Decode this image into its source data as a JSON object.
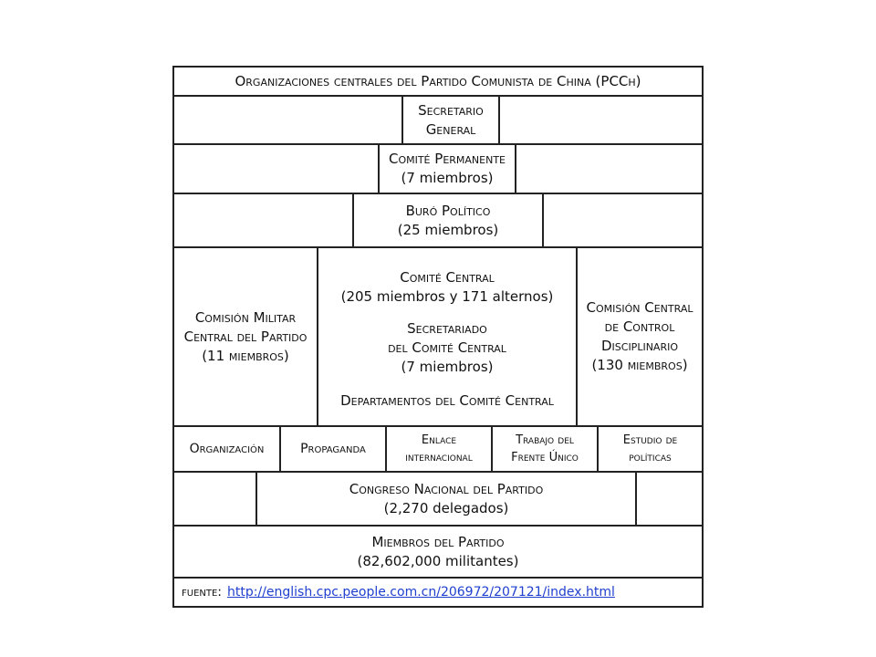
{
  "title": "Organizaciones centrales del Partido Comunista de China (PCCh)",
  "levels": {
    "secretario_general": {
      "line1": "Secretario",
      "line2": "General"
    },
    "comite_permanente": {
      "name": "Comité Permanente",
      "members": "(7 miembros)"
    },
    "buro_politico": {
      "name": "Buró Político",
      "members": "(25 miembros)"
    },
    "comite_central": {
      "name": "Comité Central",
      "members": "(205 miembros y 171 alternos)"
    },
    "secretariado": {
      "line1": "Secretariado",
      "line2": "del Comité Central",
      "members": "(7 miembros)"
    },
    "departamentos_title": "Departamentos del Comité Central",
    "comision_militar": {
      "line1": "Comisión Militar",
      "line2": "Central del Partido",
      "members": "(11 miembros)"
    },
    "comision_disciplina": {
      "line1": "Comisión Central",
      "line2": "de Control",
      "line3": "Disciplinario",
      "members": "(130 miembros)"
    },
    "congreso": {
      "name": "Congreso Nacional del Partido",
      "members": "(2,270 delegados)"
    },
    "miembros": {
      "name": "Miembros del Partido",
      "members": "(82,602,000 militantes)"
    }
  },
  "departments": [
    {
      "line1": "Organización",
      "line2": ""
    },
    {
      "line1": "Propaganda",
      "line2": ""
    },
    {
      "line1": "Enlace",
      "line2": "internacional"
    },
    {
      "line1": "Trabajo del",
      "line2": "Frente Único"
    },
    {
      "line1": "Estudio de",
      "line2": "políticas"
    }
  ],
  "source": {
    "label": "fuente:",
    "url": "http://english.cpc.people.com.cn/206972/207121/index.html"
  }
}
